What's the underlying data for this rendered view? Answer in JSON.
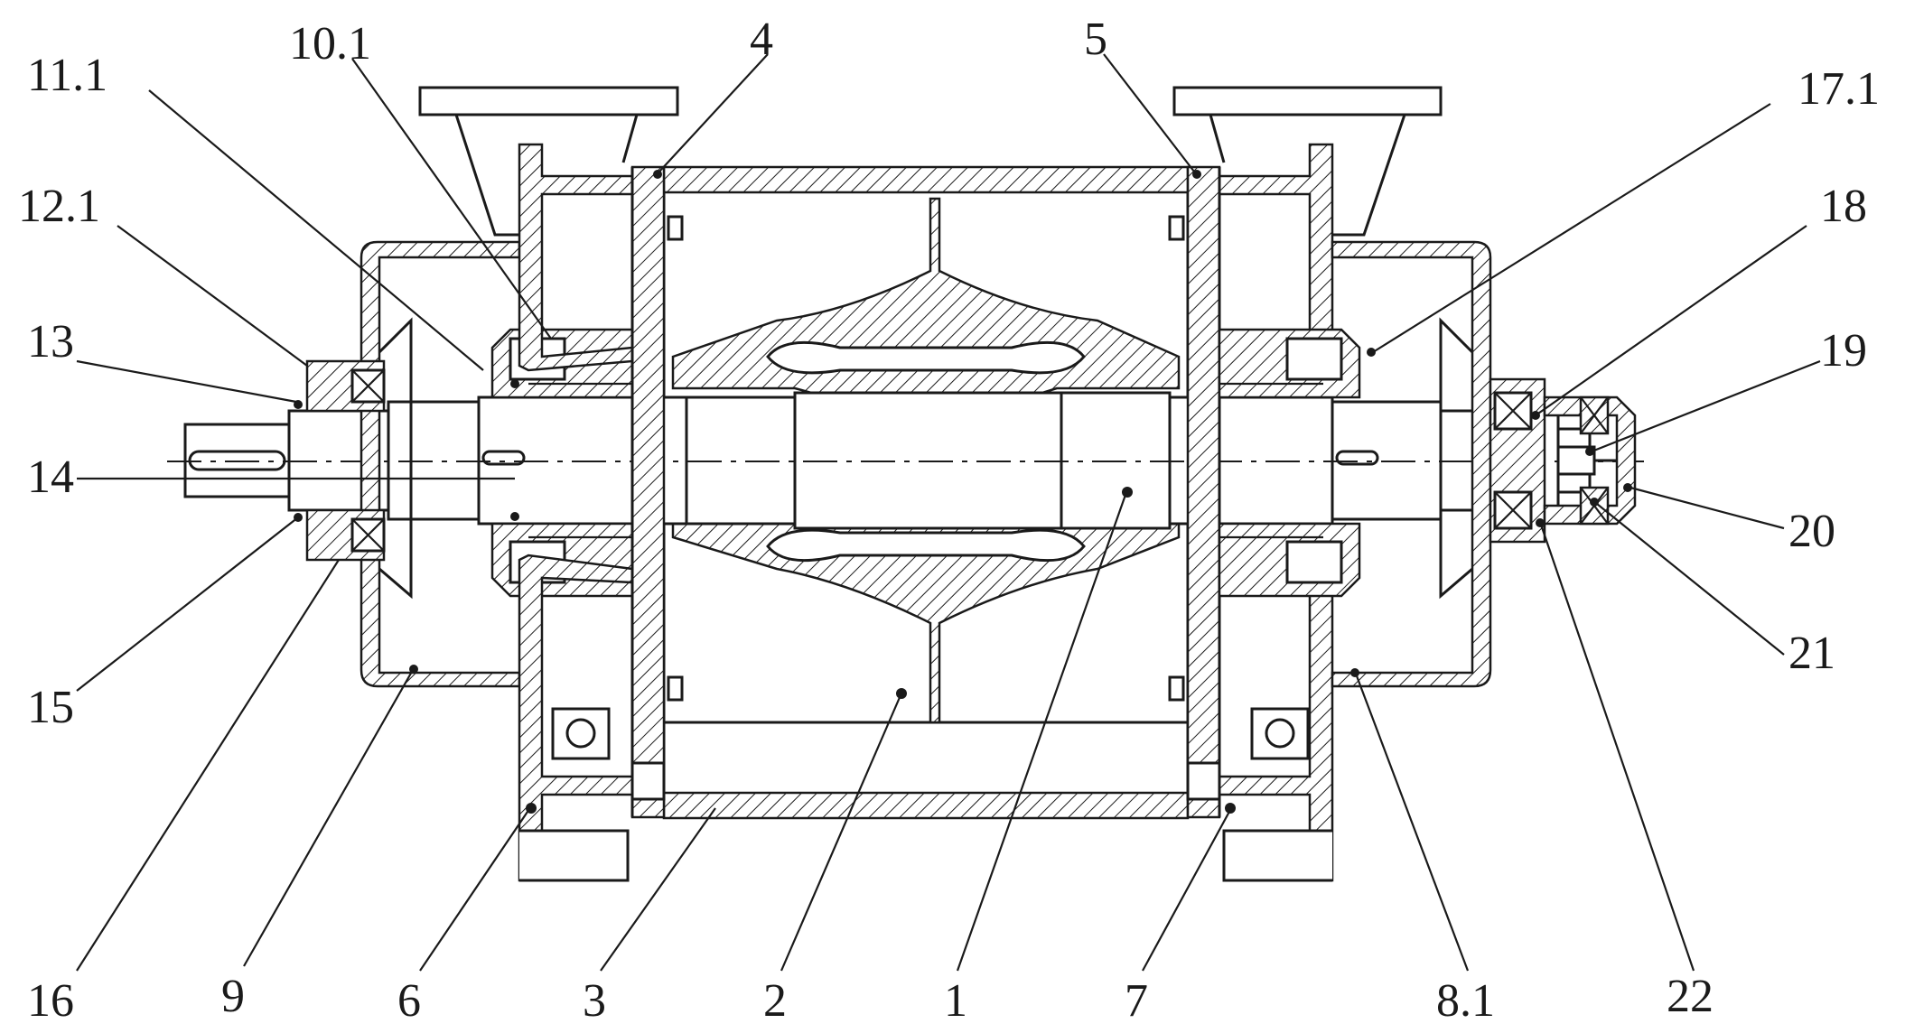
{
  "labels": {
    "l_10_1": "10.1",
    "l_11_1": "11.1",
    "l_4": "4",
    "l_5": "5",
    "l_17_1": "17.1",
    "l_12_1": "12.1",
    "l_18": "18",
    "l_13": "13",
    "l_19": "19",
    "l_14": "14",
    "l_20": "20",
    "l_15": "15",
    "l_21": "21",
    "l_16": "16",
    "l_9": "9",
    "l_6": "6",
    "l_3": "3",
    "l_2": "2",
    "l_1": "1",
    "l_7": "7",
    "l_8_1": "8.1",
    "l_22": "22"
  }
}
